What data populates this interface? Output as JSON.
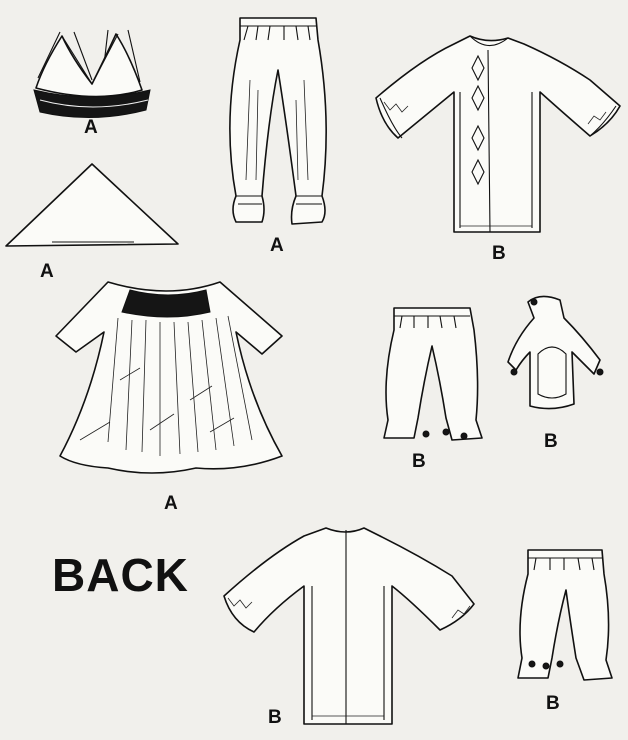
{
  "sheet": {
    "heading": "BACK",
    "items": [
      {
        "name": "bra-top",
        "view_label": "A"
      },
      {
        "name": "harem-pants",
        "view_label": "A"
      },
      {
        "name": "tunic-front",
        "view_label": "B"
      },
      {
        "name": "triangle-scarf",
        "view_label": "A"
      },
      {
        "name": "peasant-blouse",
        "view_label": "A"
      },
      {
        "name": "capri-pants",
        "view_label": "B"
      },
      {
        "name": "jester-hood",
        "view_label": "B"
      },
      {
        "name": "tunic-back",
        "view_label": "B"
      },
      {
        "name": "capri-pants-back",
        "view_label": "B"
      }
    ]
  }
}
